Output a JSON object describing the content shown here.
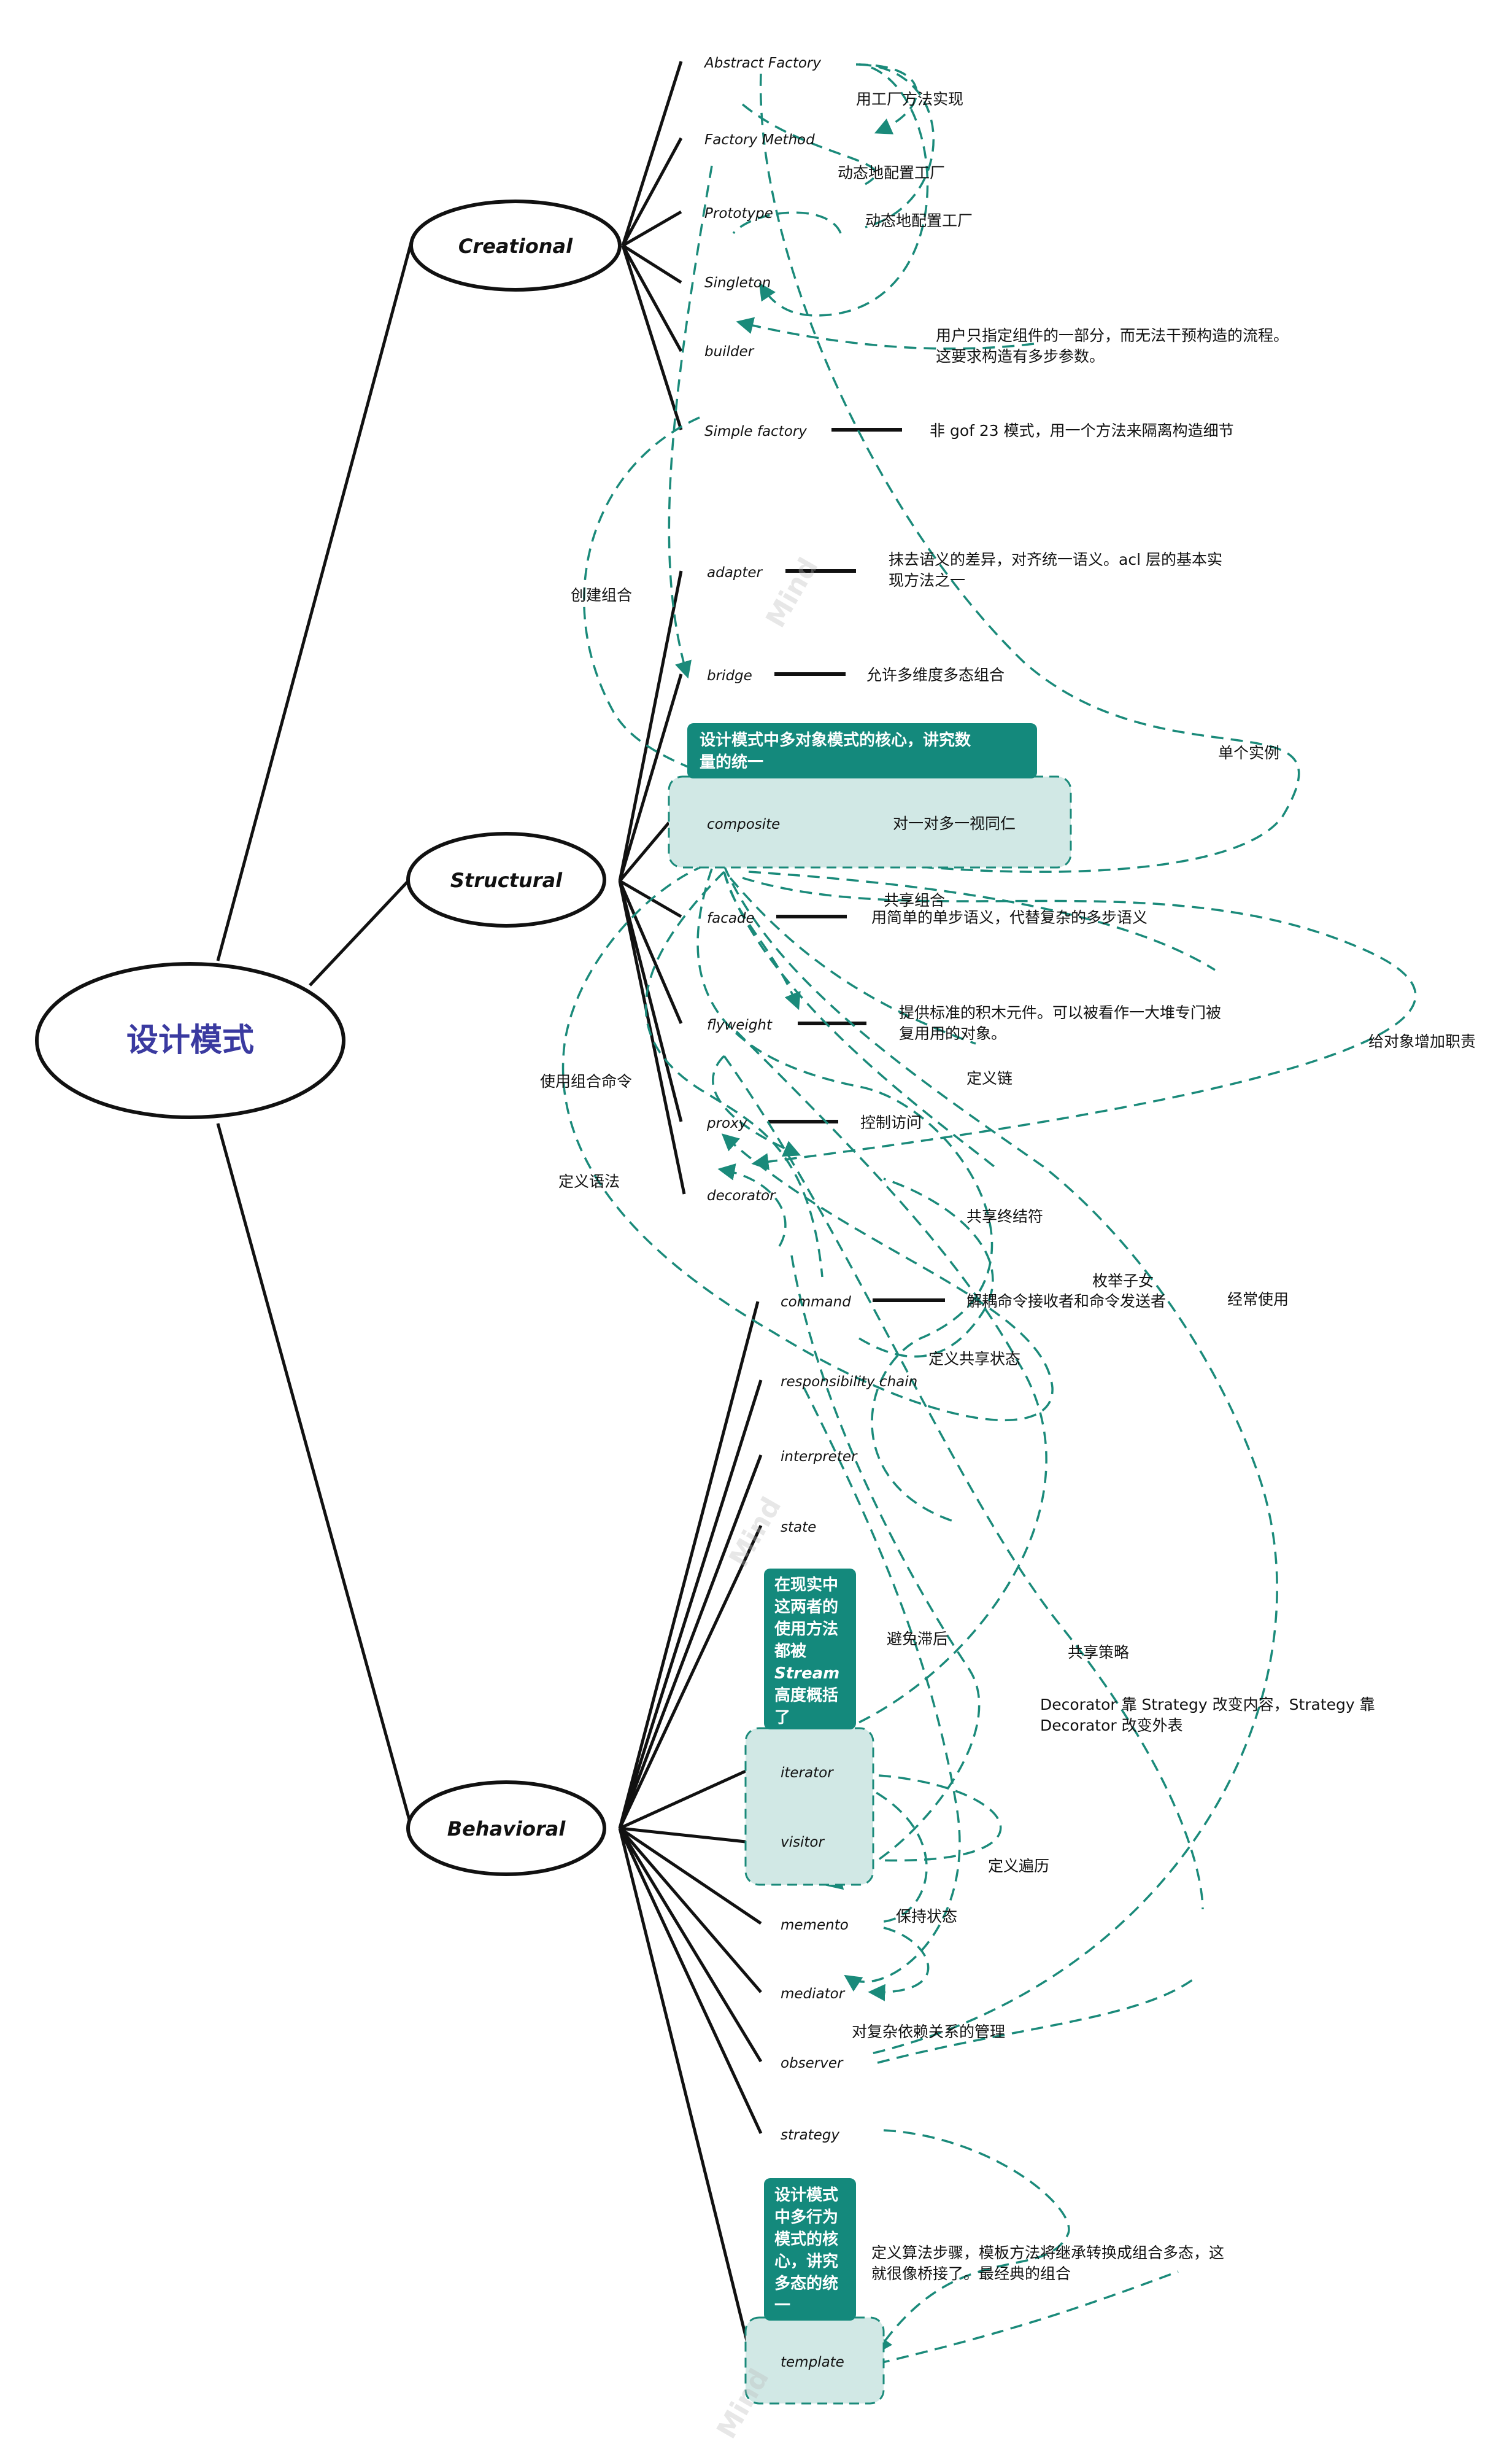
{
  "root": {
    "label": "设计模式",
    "color": "#3a3aa0"
  },
  "categories": [
    {
      "id": "creational",
      "label": "Creational"
    },
    {
      "id": "structural",
      "label": "Structural"
    },
    {
      "id": "behavioral",
      "label": "Behavioral"
    }
  ],
  "patterns": {
    "creational": [
      {
        "label": "Abstract Factory"
      },
      {
        "label": "Factory Method"
      },
      {
        "label": "Prototype"
      },
      {
        "label": "Singleton"
      },
      {
        "label": "builder"
      },
      {
        "label": "Simple factory",
        "note": "非 gof 23 模式，用一个方法来隔离构造细节"
      }
    ],
    "structural": [
      {
        "label": "adapter",
        "note": [
          "抹去语义的差异，对齐统一语义。acl 层的基本实",
          "现方法之一"
        ]
      },
      {
        "label": "bridge",
        "note": "允许多维度多态组合"
      },
      {
        "label": "composite",
        "note": "对一对多一视同仁"
      },
      {
        "label": "facade",
        "note": "用简单的单步语义，代替复杂的多步语义"
      },
      {
        "label": "flyweight",
        "note": [
          "提供标准的积木元件。可以被看作一大堆专门被",
          "复用用的对象。"
        ]
      },
      {
        "label": "proxy",
        "note": "控制访问"
      },
      {
        "label": "decorator"
      }
    ],
    "behavioral": [
      {
        "label": "command",
        "note": "解耦命令接收者和命令发送者"
      },
      {
        "label": "responsibility chain"
      },
      {
        "label": "interpreter"
      },
      {
        "label": "state"
      },
      {
        "label": "iterator"
      },
      {
        "label": "visitor"
      },
      {
        "label": "memento"
      },
      {
        "label": "mediator"
      },
      {
        "label": "observer"
      },
      {
        "label": "strategy"
      },
      {
        "label": "template"
      }
    ]
  },
  "callouts": {
    "composite": "设计模式中多对象模式的核心，讲究数量的统一",
    "iterator_visitor": [
      "在现实中",
      "这两者的",
      "使用方法",
      "都被",
      "Stream",
      "高度概括",
      "了"
    ],
    "template": [
      "设计模式",
      "中多行为",
      "模式的核",
      "心，讲究",
      "多态的统",
      "一"
    ]
  },
  "relations": [
    "用工厂方法实现",
    "动态地配置工厂",
    "动态地配置工厂",
    [
      "用户只指定组件的一部分，而无法干预构造的流程。",
      "这要求构造有多步参数。"
    ],
    "创建组合",
    "单个实例",
    "共享组合",
    "给对象增加职责",
    "使用组合命令",
    "定义链",
    "定义语法",
    "共享终结符",
    "枚举子女",
    "经常使用",
    "定义共享状态",
    "避免滞后",
    "共享策略",
    [
      "Decorator 靠 Strategy 改变内容，Strategy 靠",
      "Decorator 改变外表"
    ],
    "定义遍历",
    "保持状态",
    "对复杂依赖关系的管理",
    [
      "定义算法步骤，模板方法将继承转换成组合多态，这",
      "就很像桥接了。最经典的组合"
    ]
  ],
  "colors": {
    "line": "#111111",
    "relation": "#1a8a7a",
    "callout_bg": "#14897c",
    "highlight_bg": "#d1e8e5"
  }
}
